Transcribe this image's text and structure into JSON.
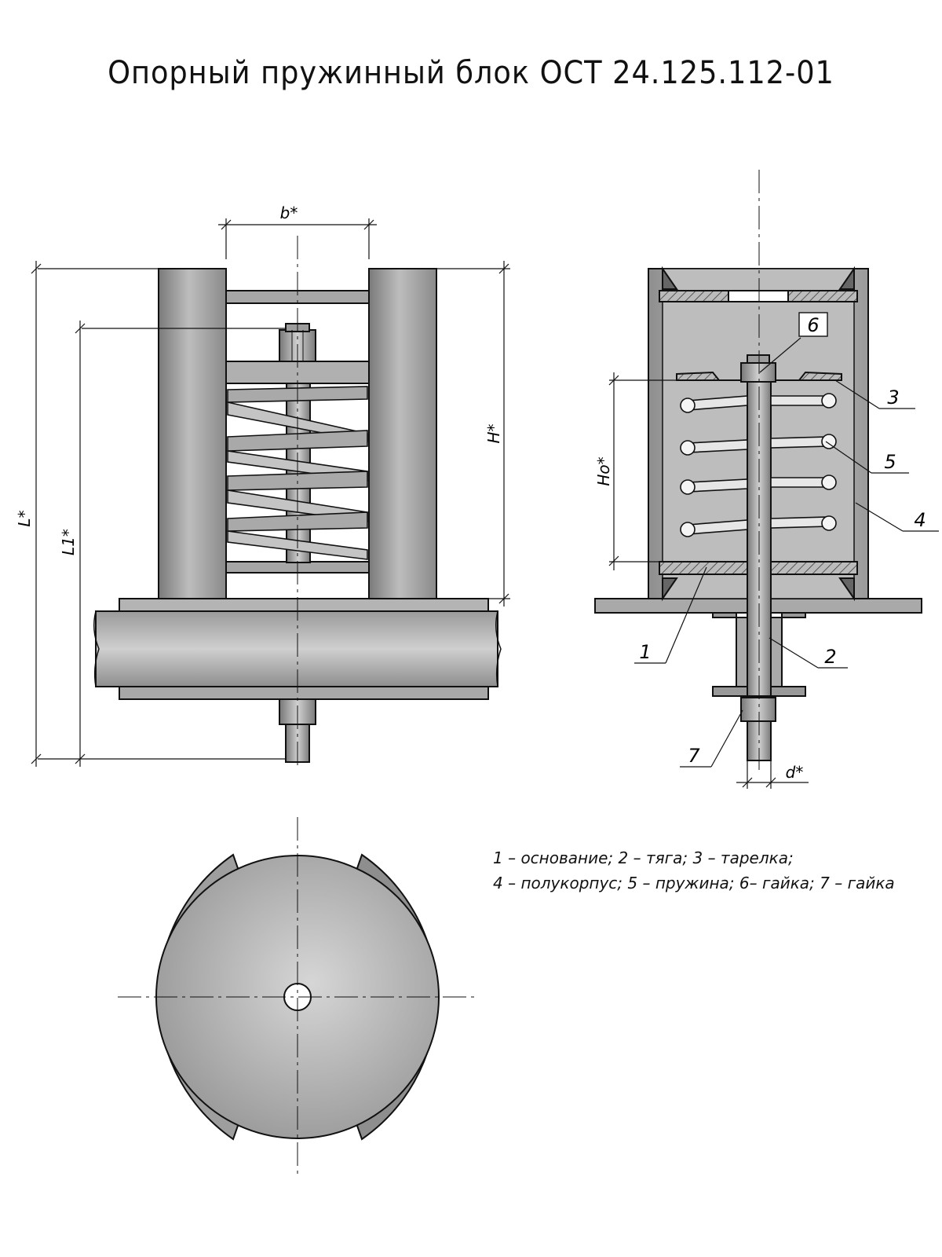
{
  "title": "Опорный пружинный блок   ОСТ 24.125.112-01",
  "legend": {
    "line1": "1 – основание; 2 – тяга; 3 – тарелка;",
    "line2": "4 – полукорпус; 5 – пружина; 6– гайка; 7 – гайка"
  },
  "dimensions": {
    "b": "b*",
    "L": "L*",
    "L1": "L1*",
    "H": "H*",
    "Ho": "Ho*",
    "d": "d*"
  },
  "callouts": [
    "1",
    "2",
    "3",
    "4",
    "5",
    "6",
    "7"
  ]
}
